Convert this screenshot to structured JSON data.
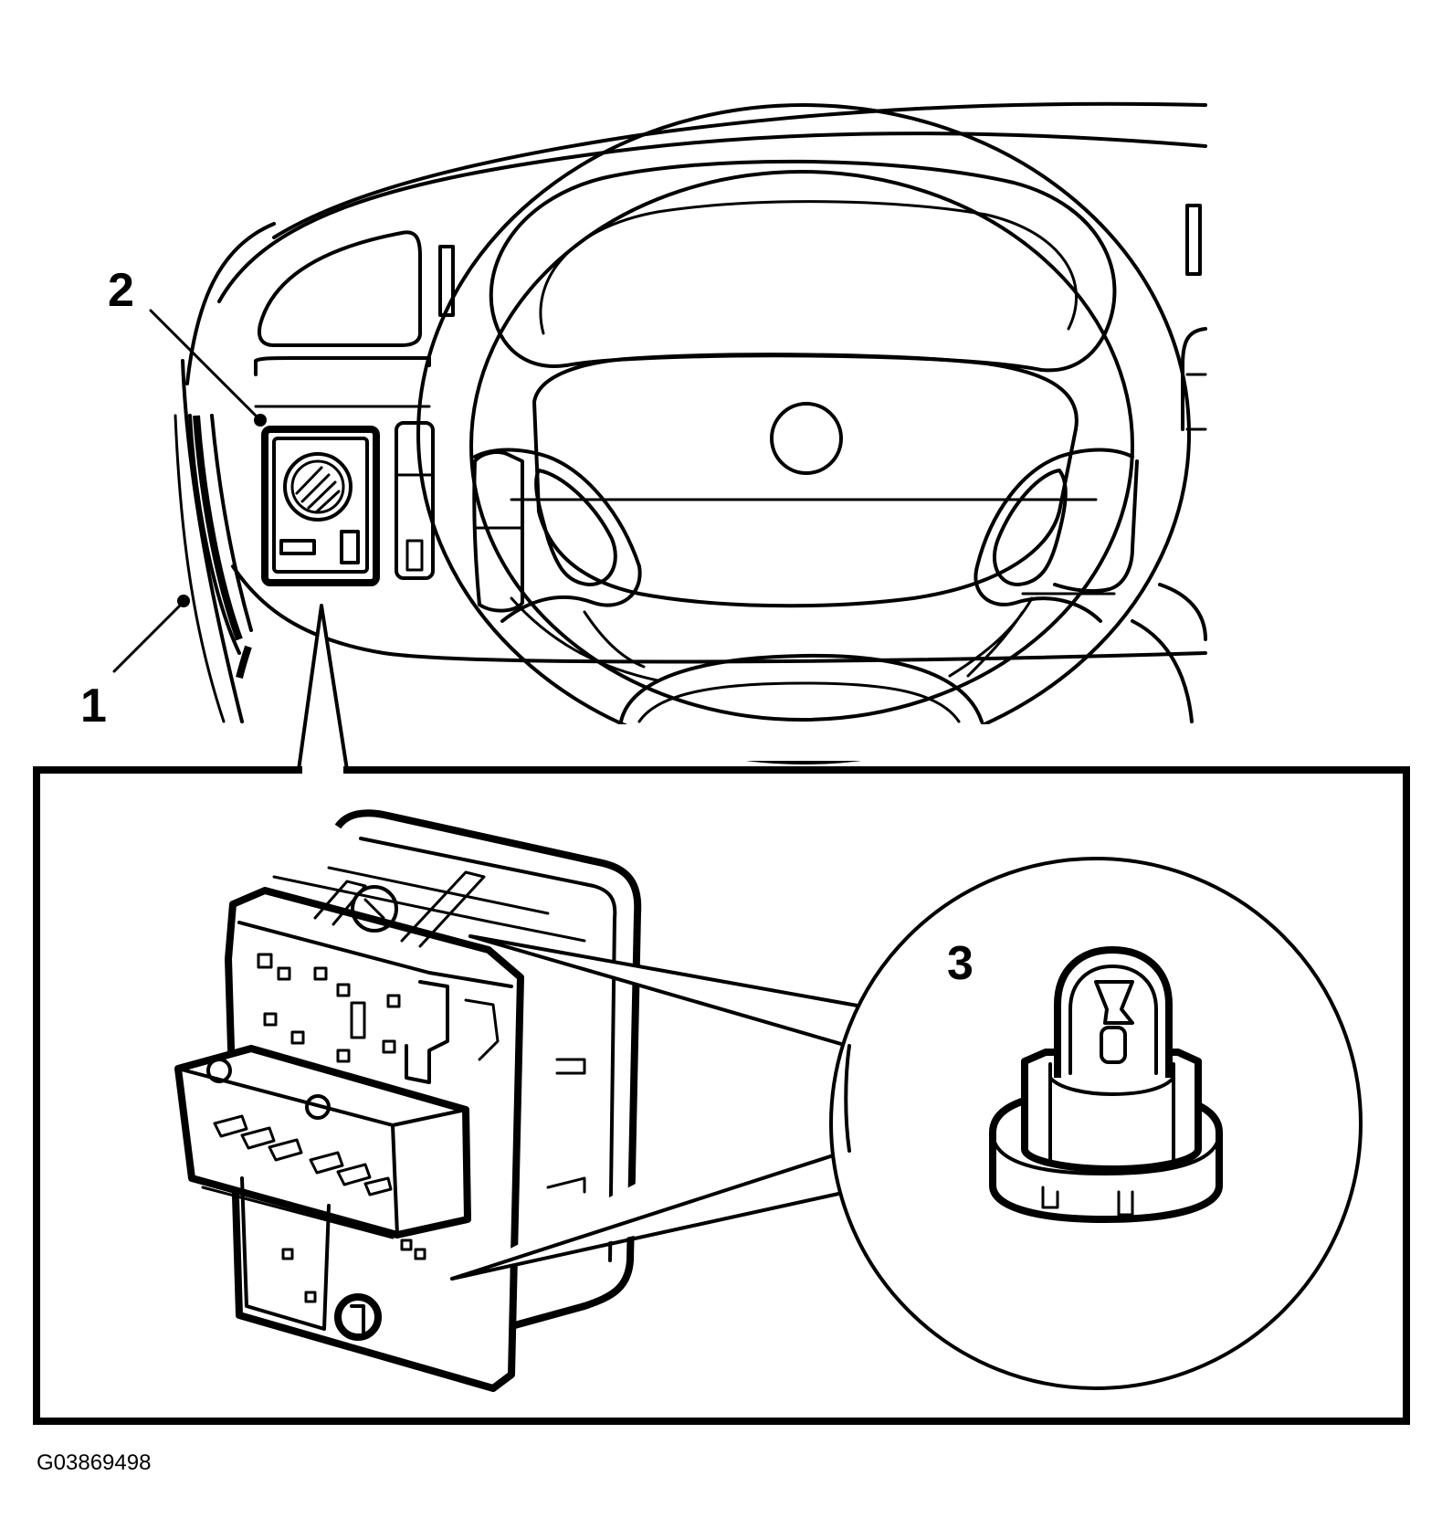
{
  "callouts": {
    "one": "1",
    "two": "2",
    "three": "3"
  },
  "figure_id": "G03869498",
  "colors": {
    "line": "#000000",
    "background": "#ffffff"
  }
}
